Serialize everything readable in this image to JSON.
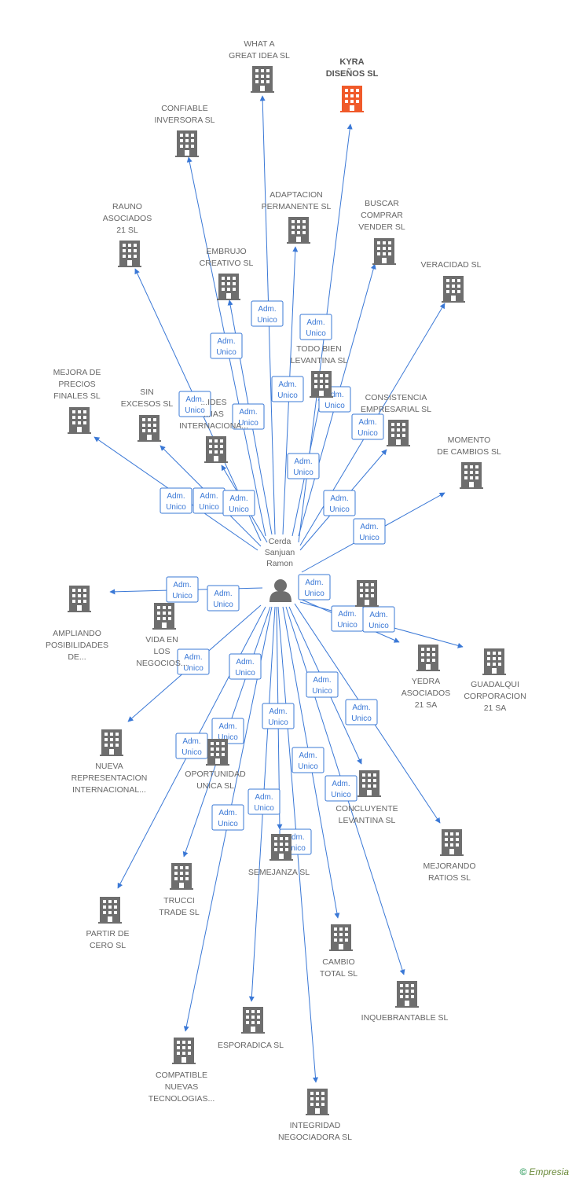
{
  "colors": {
    "edge": "#3a78d6",
    "building": "#6e6e6e",
    "highlight": "#f05a2a",
    "label": "#666666"
  },
  "center": {
    "label_lines": [
      "Cerda",
      "Sanjuan",
      "Ramon"
    ],
    "icon": "person-icon"
  },
  "badge": {
    "line1": "Adm.",
    "line2": "Unico",
    "partial": "Adm."
  },
  "companies": [
    {
      "id": "kyra",
      "lines": [
        "KYRA",
        "DISEÑOS  SL"
      ],
      "highlight": true
    },
    {
      "id": "what-a-great-idea",
      "lines": [
        "WHAT A",
        "GREAT IDEA SL"
      ]
    },
    {
      "id": "confiable",
      "lines": [
        "CONFIABLE",
        "INVERSORA SL"
      ]
    },
    {
      "id": "adaptacion",
      "lines": [
        "ADAPTACION",
        "PERMANENTE SL"
      ]
    },
    {
      "id": "buscar",
      "lines": [
        "BUSCAR",
        "COMPRAR",
        "VENDER SL"
      ]
    },
    {
      "id": "rauno",
      "lines": [
        "RAUNO",
        "ASOCIADOS",
        "21 SL"
      ]
    },
    {
      "id": "embrujo",
      "lines": [
        "EMBRUJO",
        "CREATIVO SL"
      ]
    },
    {
      "id": "veracidad",
      "lines": [
        "VERACIDAD SL"
      ]
    },
    {
      "id": "todo-bien",
      "lines": [
        "TODO BIEN",
        "LEVANTINA SL"
      ]
    },
    {
      "id": "mejora-precios",
      "lines": [
        "MEJORA DE",
        "PRECIOS",
        "FINALES SL"
      ]
    },
    {
      "id": "sin-excesos",
      "lines": [
        "SIN",
        "EXCESOS SL"
      ]
    },
    {
      "id": "ides",
      "lines": [
        "...IDES",
        "...IAS",
        "INTERNACIONA..."
      ]
    },
    {
      "id": "consistencia",
      "lines": [
        "CONSISTENCIA",
        "EMPRESARIAL SL"
      ]
    },
    {
      "id": "momento",
      "lines": [
        "MOMENTO",
        "DE CAMBIOS SL"
      ]
    },
    {
      "id": "ampliando",
      "lines": [
        "AMPLIANDO",
        "POSIBILIDADES",
        "DE..."
      ]
    },
    {
      "id": "vida",
      "lines": [
        "VIDA EN",
        "LOS",
        "NEGOCIOS..."
      ]
    },
    {
      "id": "unnamed-right",
      "lines": []
    },
    {
      "id": "yedra",
      "lines": [
        "YEDRA",
        "ASOCIADOS",
        "21 SA"
      ]
    },
    {
      "id": "guadalqui",
      "lines": [
        "GUADALQUI",
        "CORPORACION",
        "21 SA"
      ]
    },
    {
      "id": "nueva",
      "lines": [
        "NUEVA",
        "REPRESENTACION",
        "INTERNACIONAL..."
      ]
    },
    {
      "id": "oportunidad",
      "lines": [
        "OPORTUNIDAD",
        "UNICA SL"
      ]
    },
    {
      "id": "concluyente",
      "lines": [
        "CONCLUYENTE",
        "LEVANTINA SL"
      ]
    },
    {
      "id": "mejorando",
      "lines": [
        "MEJORANDO",
        "RATIOS SL"
      ]
    },
    {
      "id": "semejanza",
      "lines": [
        "SEMEJANZA SL"
      ]
    },
    {
      "id": "trucci",
      "lines": [
        "TRUCCI",
        "TRADE SL"
      ]
    },
    {
      "id": "partir",
      "lines": [
        "PARTIR DE",
        "CERO SL"
      ]
    },
    {
      "id": "cambio",
      "lines": [
        "CAMBIO",
        "TOTAL SL"
      ]
    },
    {
      "id": "inquebrantable",
      "lines": [
        "INQUEBRANTABLE SL"
      ]
    },
    {
      "id": "esporadica",
      "lines": [
        "ESPORADICA SL"
      ]
    },
    {
      "id": "compatible",
      "lines": [
        "COMPATIBLE",
        "NUEVAS",
        "TECNOLOGIAS..."
      ]
    },
    {
      "id": "integridad",
      "lines": [
        "INTEGRIDAD",
        "NEGOCIADORA SL"
      ]
    }
  ],
  "footer": {
    "copyright": "©",
    "brand": "Empresia"
  }
}
